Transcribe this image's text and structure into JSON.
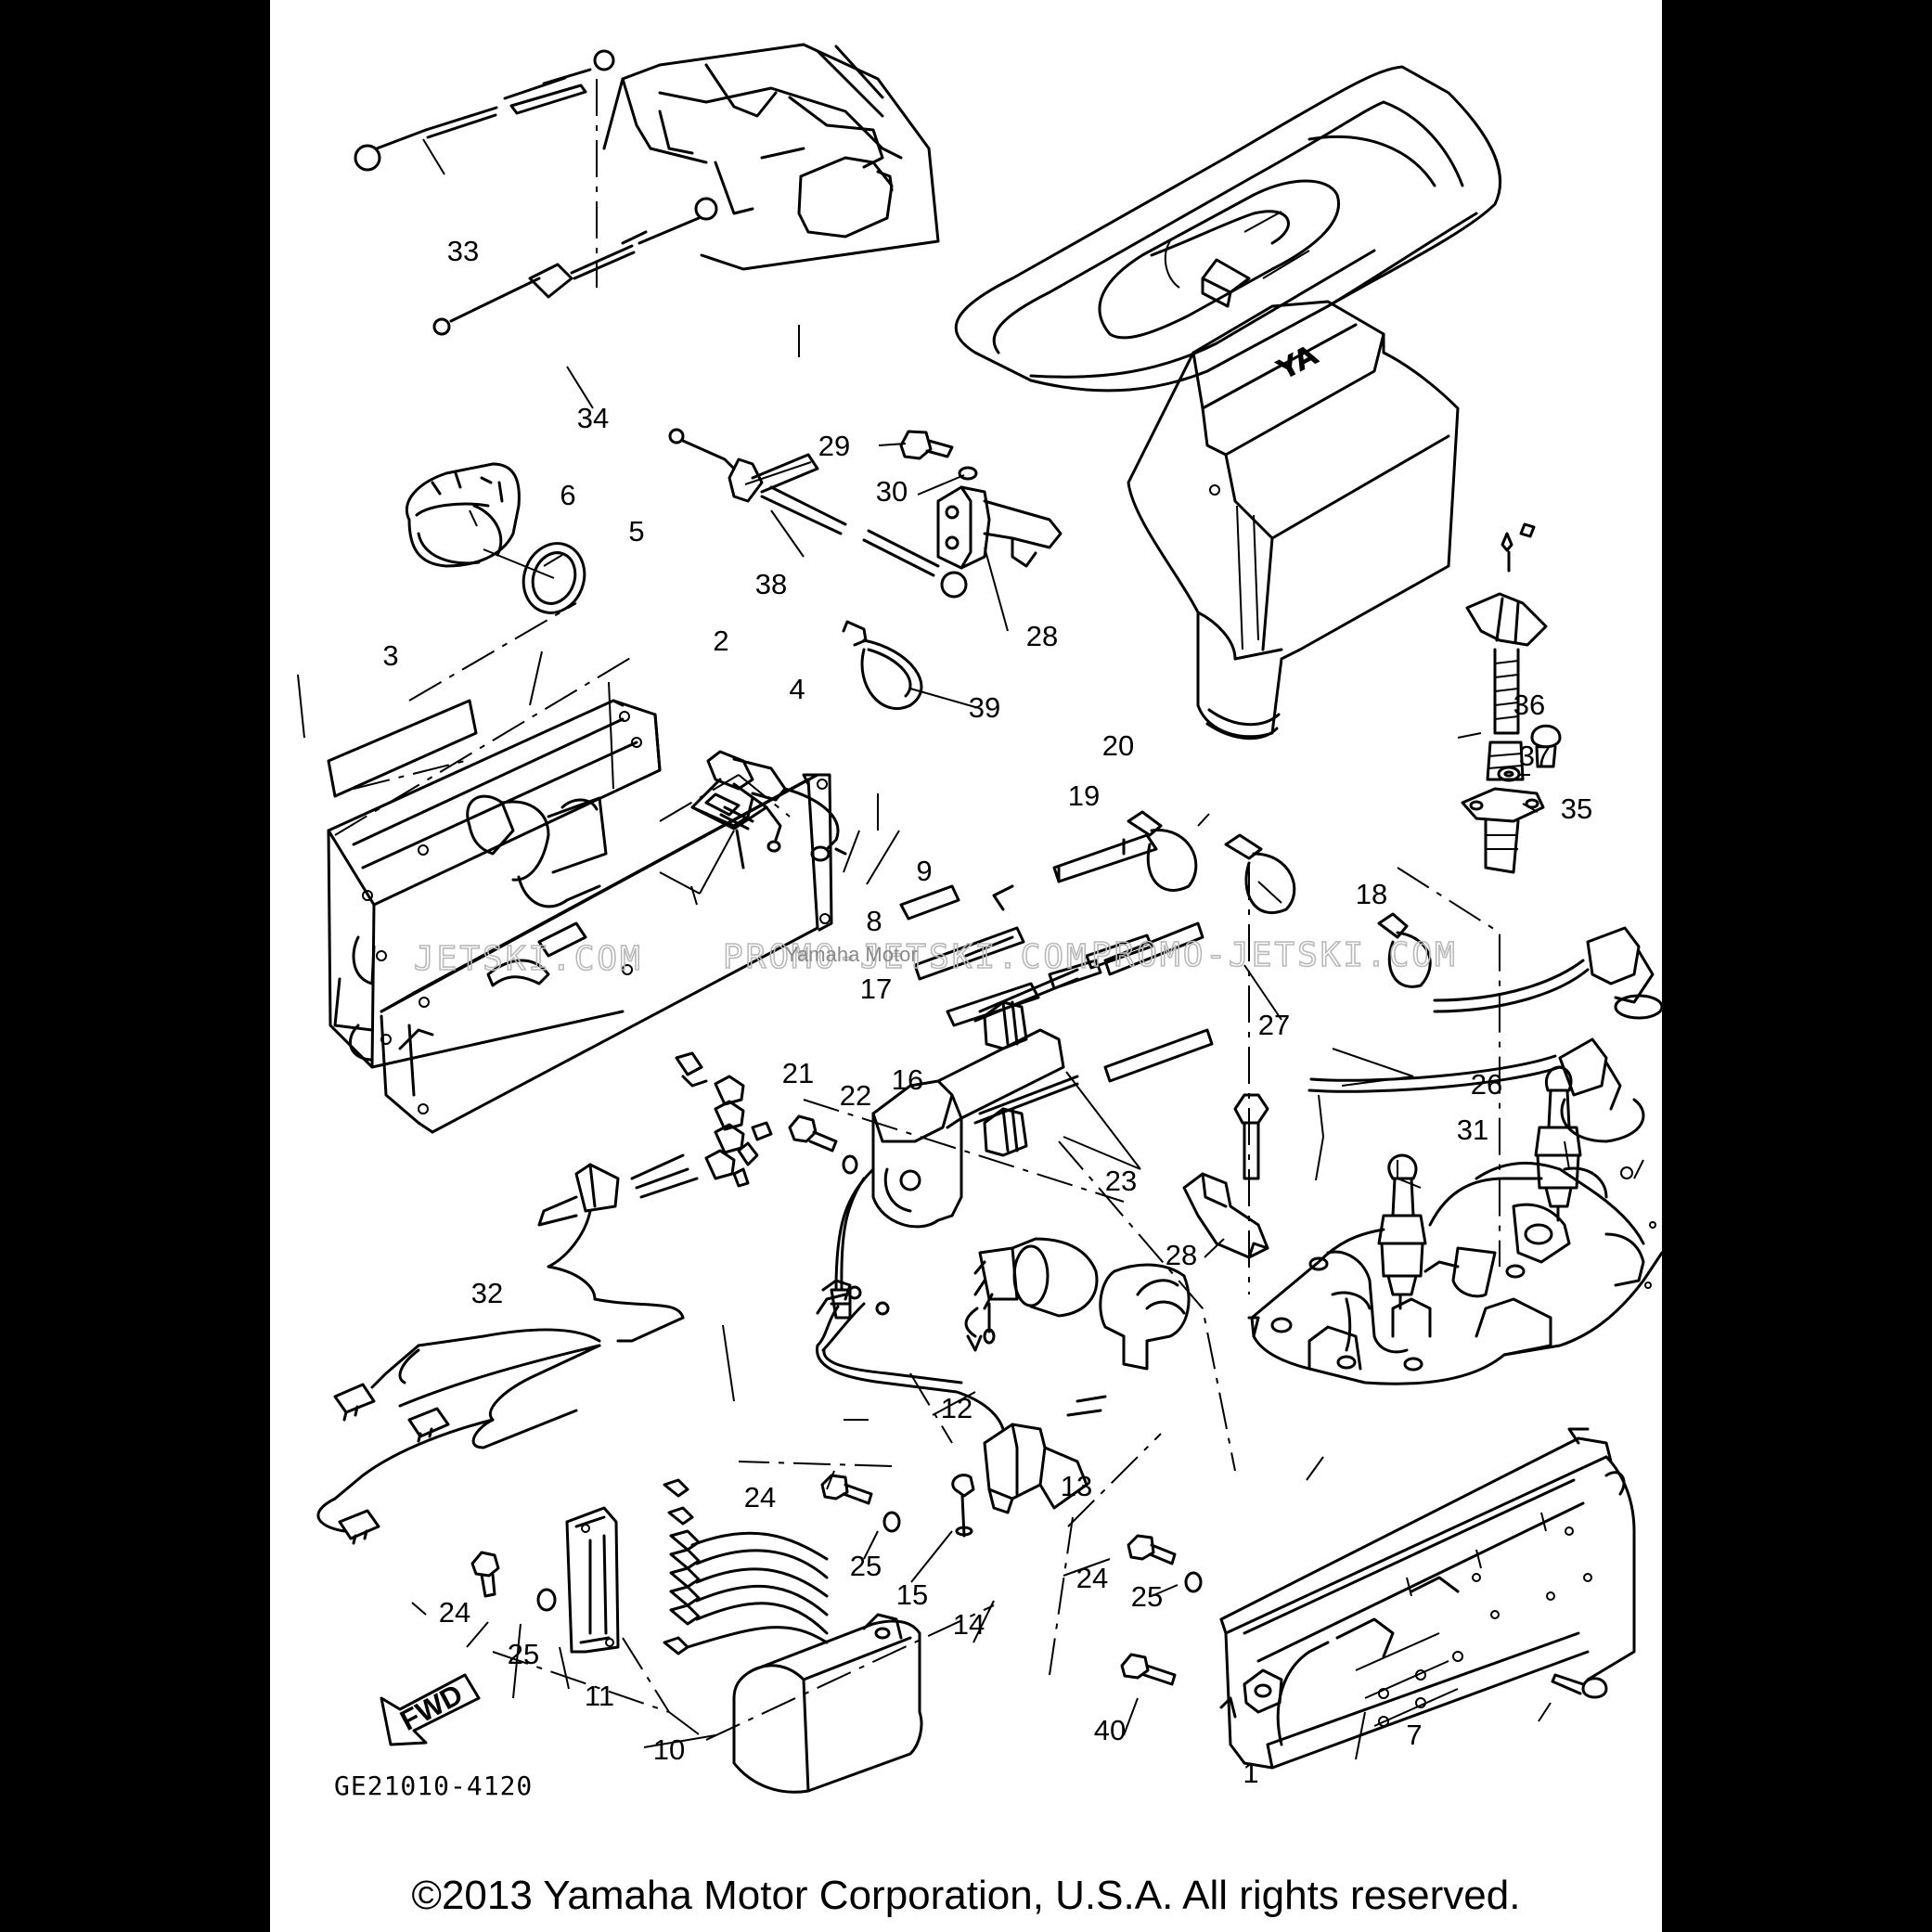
{
  "figure": {
    "code": "GE21010-4120",
    "copyright": "©2013 Yamaha Motor Corporation, U.S.A. All rights reserved.",
    "watermark": {
      "left": "JETSKI.COM",
      "center": "PROMO-JETSKI.COM",
      "small": "Yamaha Motor",
      "right": "PROMO-JETSKI.COM"
    },
    "hull_mark": "YA",
    "fwd_label": "FWD"
  },
  "callouts": {
    "c1": "1",
    "c2": "2",
    "c3": "3",
    "c4": "4",
    "c5": "5",
    "c6": "6",
    "c7": "7",
    "c8": "8",
    "c9": "9",
    "c10": "10",
    "c11": "11",
    "c12": "12",
    "c13": "13",
    "c14": "14",
    "c15": "15",
    "c16": "16",
    "c17": "17",
    "c18": "18",
    "c19": "19",
    "c20": "20",
    "c21": "21",
    "c22": "22",
    "c23": "23",
    "c24a": "24",
    "c24b": "24",
    "c24c": "24",
    "c25a": "25",
    "c25b": "25",
    "c25c": "25",
    "c26": "26",
    "c27": "27",
    "c28a": "28",
    "c28b": "28",
    "c29": "29",
    "c30": "30",
    "c31": "31",
    "c32": "32",
    "c33": "33",
    "c34": "34",
    "c35": "35",
    "c36": "36",
    "c37": "37",
    "c38": "38",
    "c39": "39",
    "c40": "40"
  }
}
